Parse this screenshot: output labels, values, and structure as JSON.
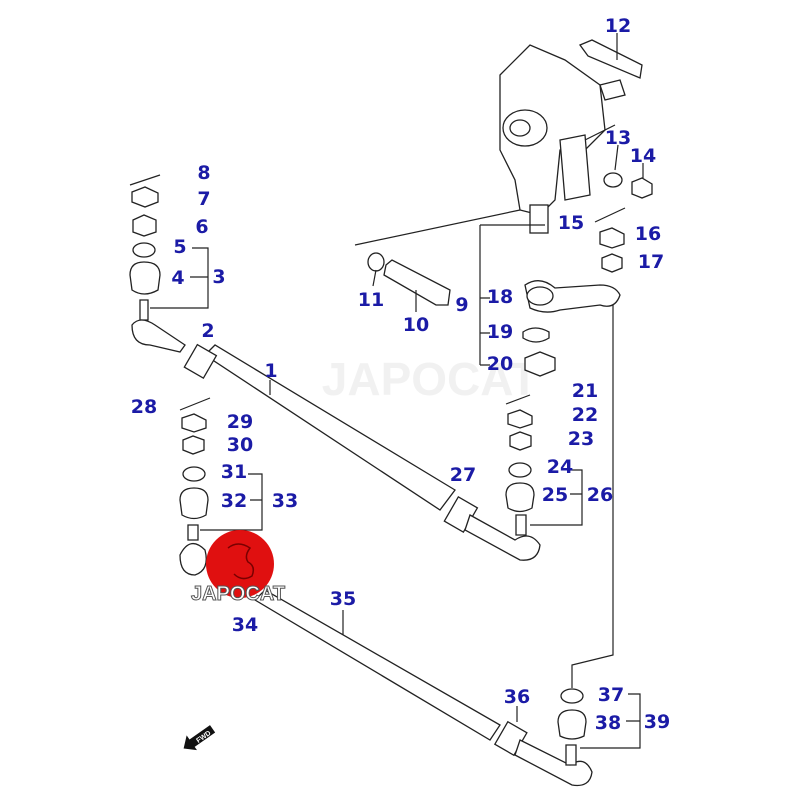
{
  "diagram": {
    "title": "Steering linkage parts diagram",
    "callouts": [
      "1",
      "2",
      "3",
      "4",
      "5",
      "6",
      "7",
      "8",
      "9",
      "10",
      "11",
      "12",
      "13",
      "14",
      "15",
      "16",
      "17",
      "18",
      "19",
      "20",
      "21",
      "22",
      "23",
      "24",
      "25",
      "26",
      "27",
      "28",
      "29",
      "30",
      "31",
      "32",
      "33",
      "34",
      "35",
      "36",
      "37",
      "38",
      "39"
    ],
    "watermark": "JAPOCAT",
    "logo_text": "JAPOCAT",
    "fwd_label": "FWD",
    "colors": {
      "callout": "#1b1ba6",
      "logo": "#e01010",
      "line": "#222222"
    }
  }
}
